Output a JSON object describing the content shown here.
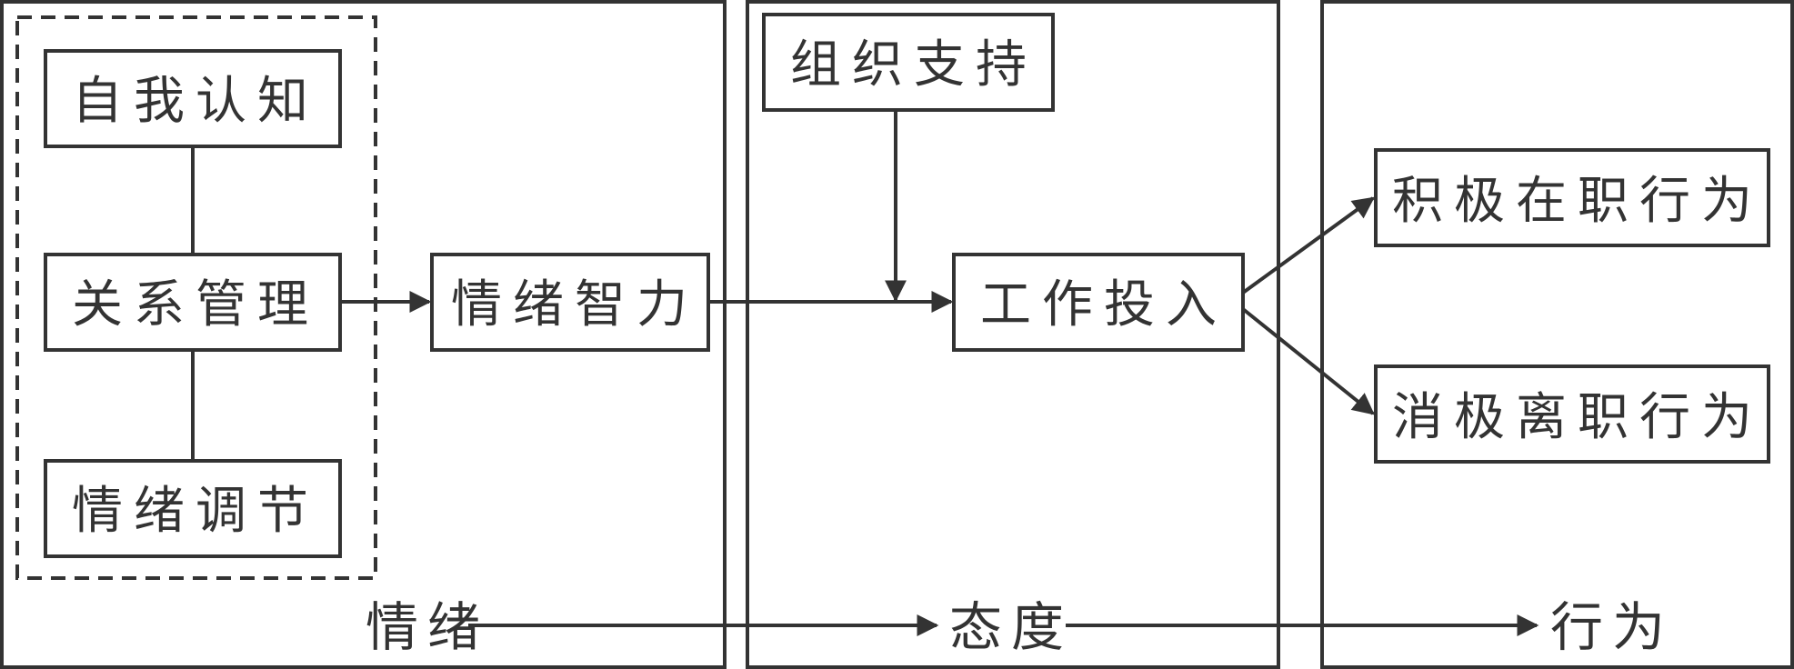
{
  "boxes": {
    "self_awareness": "自我认知",
    "relationship_management": "关系管理",
    "emotion_regulation": "情绪调节",
    "emotional_intelligence": "情绪智力",
    "organizational_support": "组织支持",
    "work_engagement": "工作投入",
    "positive_on_job_behavior": "积极在职行为",
    "negative_exit_behavior": "消极离职行为"
  },
  "stages": {
    "emotion": "情绪",
    "attitude": "态度",
    "behavior": "行为"
  }
}
